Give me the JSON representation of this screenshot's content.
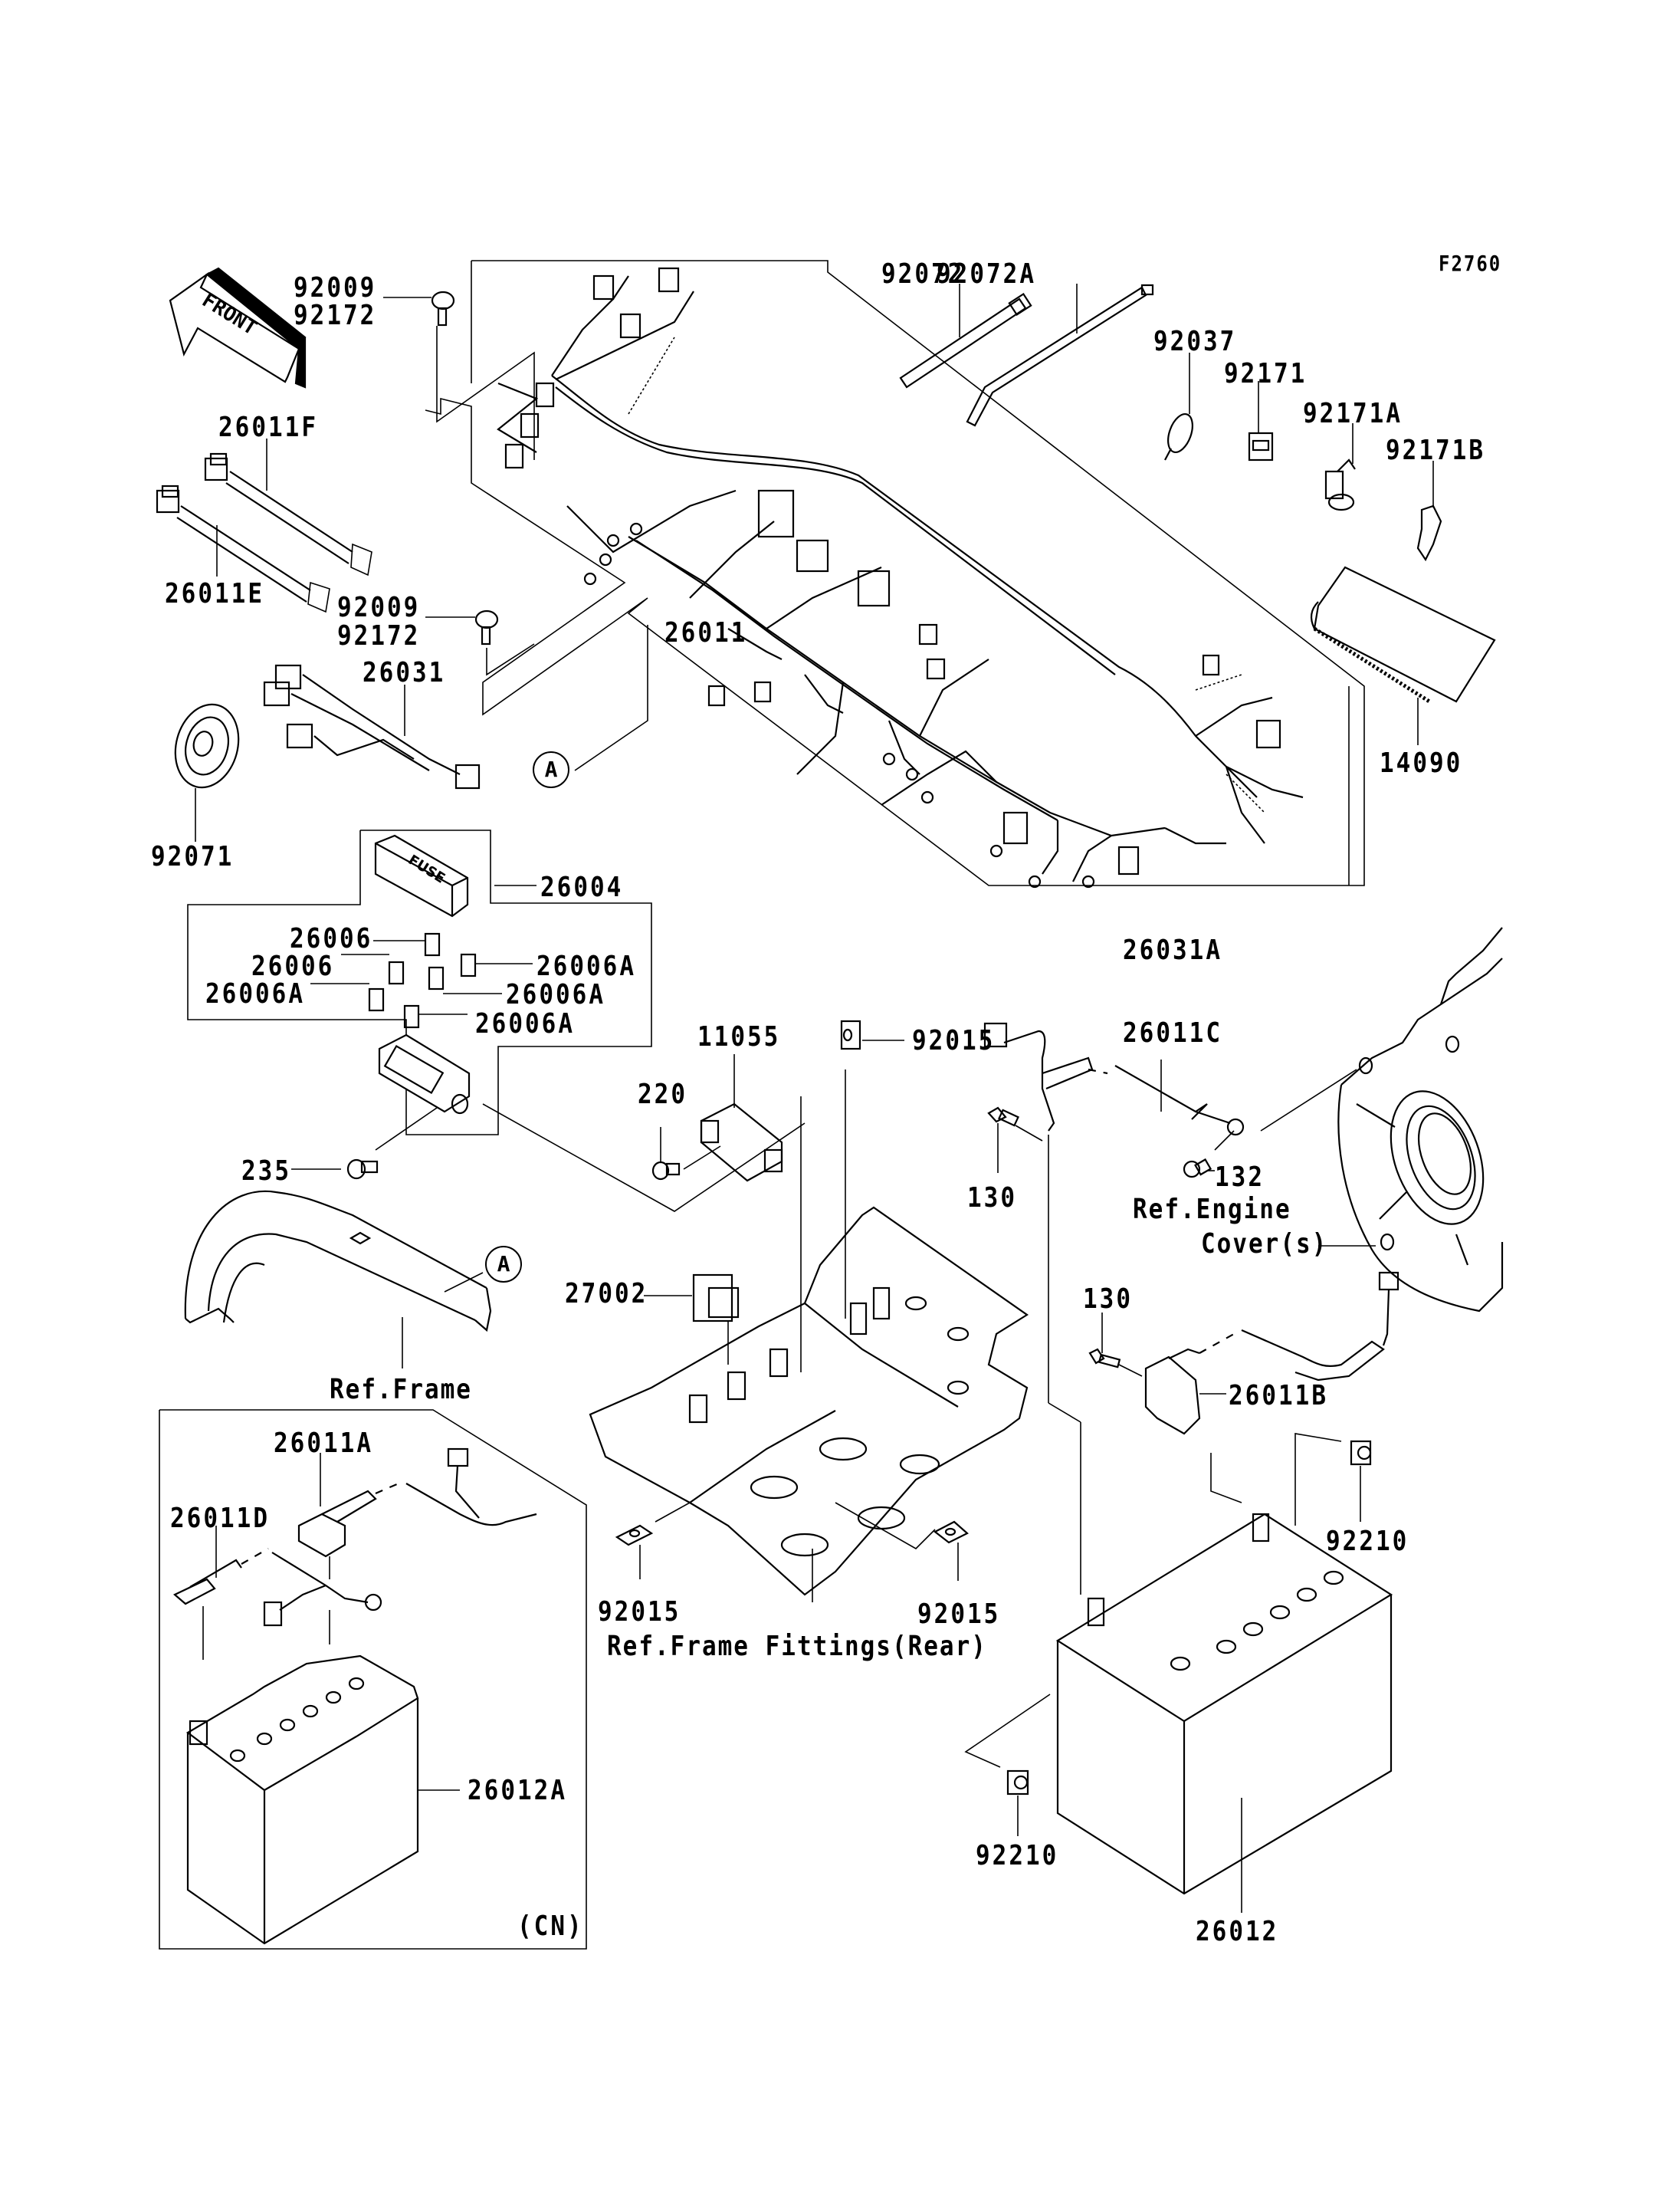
{
  "figure_id": "F2760",
  "front_marker": "FRONT",
  "reference_circle": "A",
  "parts": {
    "p92009_top": "92009",
    "p92172_top": "92172",
    "p92072": "92072",
    "p92072A": "92072A",
    "p92037": "92037",
    "p92171": "92171",
    "p92171A": "92171A",
    "p92171B": "92171B",
    "p26011F": "26011F",
    "p26011E": "26011E",
    "p92009_mid": "92009",
    "p92172_mid": "92172",
    "p26011": "26011",
    "p26031": "26031",
    "p14090": "14090",
    "p92071": "92071",
    "p26004": "26004",
    "p26031A": "26031A",
    "p26006_1": "26006",
    "p26006_2": "26006",
    "p26006A_1": "26006A",
    "p26006A_2": "26006A",
    "p26006A_3": "26006A",
    "p26006A_4": "26006A",
    "p11055": "11055",
    "p92015_top": "92015",
    "p26011C": "26011C",
    "p220": "220",
    "p130_top": "130",
    "p132": "132",
    "p235": "235",
    "p27002": "27002",
    "p130_mid": "130",
    "p26011B": "26011B",
    "p26011A": "26011A",
    "p26011D": "26011D",
    "p92210_right": "92210",
    "p92015_left": "92015",
    "p92015_right": "92015",
    "p26012A": "26012A",
    "p92210_bottom": "92210",
    "p26012": "26012"
  },
  "references": {
    "engine_line1": "Ref.Engine",
    "engine_line2": "Cover(s)",
    "frame": "Ref.Frame",
    "frame_fittings": "Ref.Frame Fittings(Rear)",
    "region_cn": "(CN)"
  },
  "fuse_text": "FUSE"
}
